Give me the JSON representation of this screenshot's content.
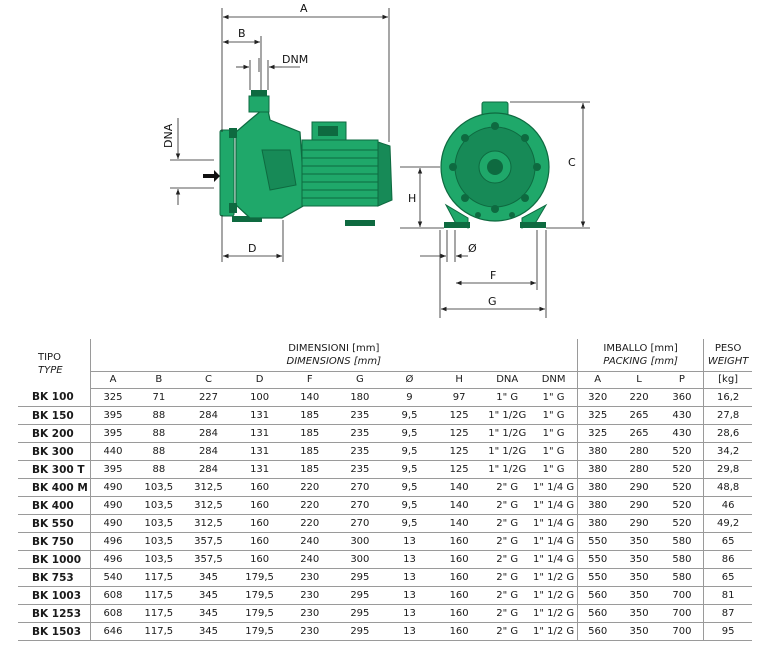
{
  "drawing": {
    "labels": {
      "A": "A",
      "B": "B",
      "DNM": "DNM",
      "DNA": "DNA",
      "D": "D",
      "H": "H",
      "C": "C",
      "O": "Ø",
      "F": "F",
      "G": "G"
    },
    "colors": {
      "pump_green": "#1fa86a",
      "pump_dark": "#0e6a40",
      "line": "#222222"
    }
  },
  "table": {
    "tipo_header": "TIPO",
    "type_header": "TYPE",
    "dim_header": "DIMENSIONI [mm]",
    "dim_header_en": "DIMENSIONS [mm]",
    "pack_header": "IMBALLO [mm]",
    "pack_header_en": "PACKING [mm]",
    "weight_header": "PESO",
    "weight_header_en": "WEIGHT",
    "columns": [
      "A",
      "B",
      "C",
      "D",
      "F",
      "G",
      "Ø",
      "H",
      "DNA",
      "DNM",
      "A",
      "L",
      "P",
      "[kg]"
    ],
    "rows": [
      {
        "model": "BK 100",
        "cells": [
          "325",
          "71",
          "227",
          "100",
          "140",
          "180",
          "9",
          "97",
          "1\" G",
          "1\" G",
          "320",
          "220",
          "360",
          "16,2"
        ]
      },
      {
        "model": "BK 150",
        "cells": [
          "395",
          "88",
          "284",
          "131",
          "185",
          "235",
          "9,5",
          "125",
          "1\" 1/2G",
          "1\" G",
          "325",
          "265",
          "430",
          "27,8"
        ]
      },
      {
        "model": "BK 200",
        "cells": [
          "395",
          "88",
          "284",
          "131",
          "185",
          "235",
          "9,5",
          "125",
          "1\" 1/2G",
          "1\" G",
          "325",
          "265",
          "430",
          "28,6"
        ]
      },
      {
        "model": "BK 300",
        "cells": [
          "440",
          "88",
          "284",
          "131",
          "185",
          "235",
          "9,5",
          "125",
          "1\" 1/2G",
          "1\" G",
          "380",
          "280",
          "520",
          "34,2"
        ]
      },
      {
        "model": "BK 300 T",
        "cells": [
          "395",
          "88",
          "284",
          "131",
          "185",
          "235",
          "9,5",
          "125",
          "1\" 1/2G",
          "1\" G",
          "380",
          "280",
          "520",
          "29,8"
        ]
      },
      {
        "model": "BK 400 M",
        "cells": [
          "490",
          "103,5",
          "312,5",
          "160",
          "220",
          "270",
          "9,5",
          "140",
          "2\" G",
          "1\" 1/4 G",
          "380",
          "290",
          "520",
          "48,8"
        ]
      },
      {
        "model": "BK 400",
        "cells": [
          "490",
          "103,5",
          "312,5",
          "160",
          "220",
          "270",
          "9,5",
          "140",
          "2\" G",
          "1\" 1/4 G",
          "380",
          "290",
          "520",
          "46"
        ]
      },
      {
        "model": "BK 550",
        "cells": [
          "490",
          "103,5",
          "312,5",
          "160",
          "220",
          "270",
          "9,5",
          "140",
          "2\" G",
          "1\" 1/4 G",
          "380",
          "290",
          "520",
          "49,2"
        ]
      },
      {
        "model": "BK 750",
        "cells": [
          "496",
          "103,5",
          "357,5",
          "160",
          "240",
          "300",
          "13",
          "160",
          "2\" G",
          "1\" 1/4 G",
          "550",
          "350",
          "580",
          "65"
        ]
      },
      {
        "model": "BK 1000",
        "cells": [
          "496",
          "103,5",
          "357,5",
          "160",
          "240",
          "300",
          "13",
          "160",
          "2\" G",
          "1\" 1/4 G",
          "550",
          "350",
          "580",
          "86"
        ]
      },
      {
        "model": "BK 753",
        "cells": [
          "540",
          "117,5",
          "345",
          "179,5",
          "230",
          "295",
          "13",
          "160",
          "2\" G",
          "1\" 1/2 G",
          "550",
          "350",
          "580",
          "65"
        ]
      },
      {
        "model": "BK 1003",
        "cells": [
          "608",
          "117,5",
          "345",
          "179,5",
          "230",
          "295",
          "13",
          "160",
          "2\" G",
          "1\" 1/2 G",
          "560",
          "350",
          "700",
          "81"
        ]
      },
      {
        "model": "BK 1253",
        "cells": [
          "608",
          "117,5",
          "345",
          "179,5",
          "230",
          "295",
          "13",
          "160",
          "2\" G",
          "1\" 1/2 G",
          "560",
          "350",
          "700",
          "87"
        ]
      },
      {
        "model": "BK 1503",
        "cells": [
          "646",
          "117,5",
          "345",
          "179,5",
          "230",
          "295",
          "13",
          "160",
          "2\" G",
          "1\" 1/2 G",
          "560",
          "350",
          "700",
          "95"
        ]
      }
    ]
  }
}
